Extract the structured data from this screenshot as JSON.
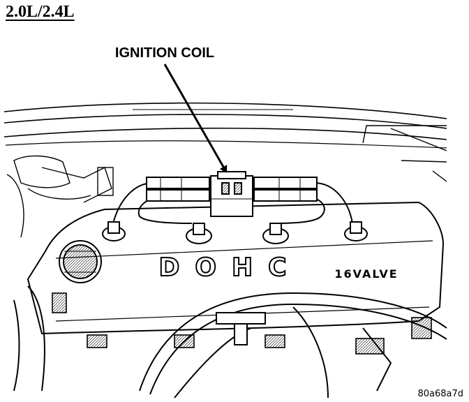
{
  "header": {
    "title": "2.0L/2.4L"
  },
  "callouts": [
    {
      "label": "IGNITION COIL"
    }
  ],
  "engine_cover": {
    "main_text": "DOHC",
    "sub_text": "16VALVE"
  },
  "figure": {
    "reference": "80a68a7d"
  }
}
